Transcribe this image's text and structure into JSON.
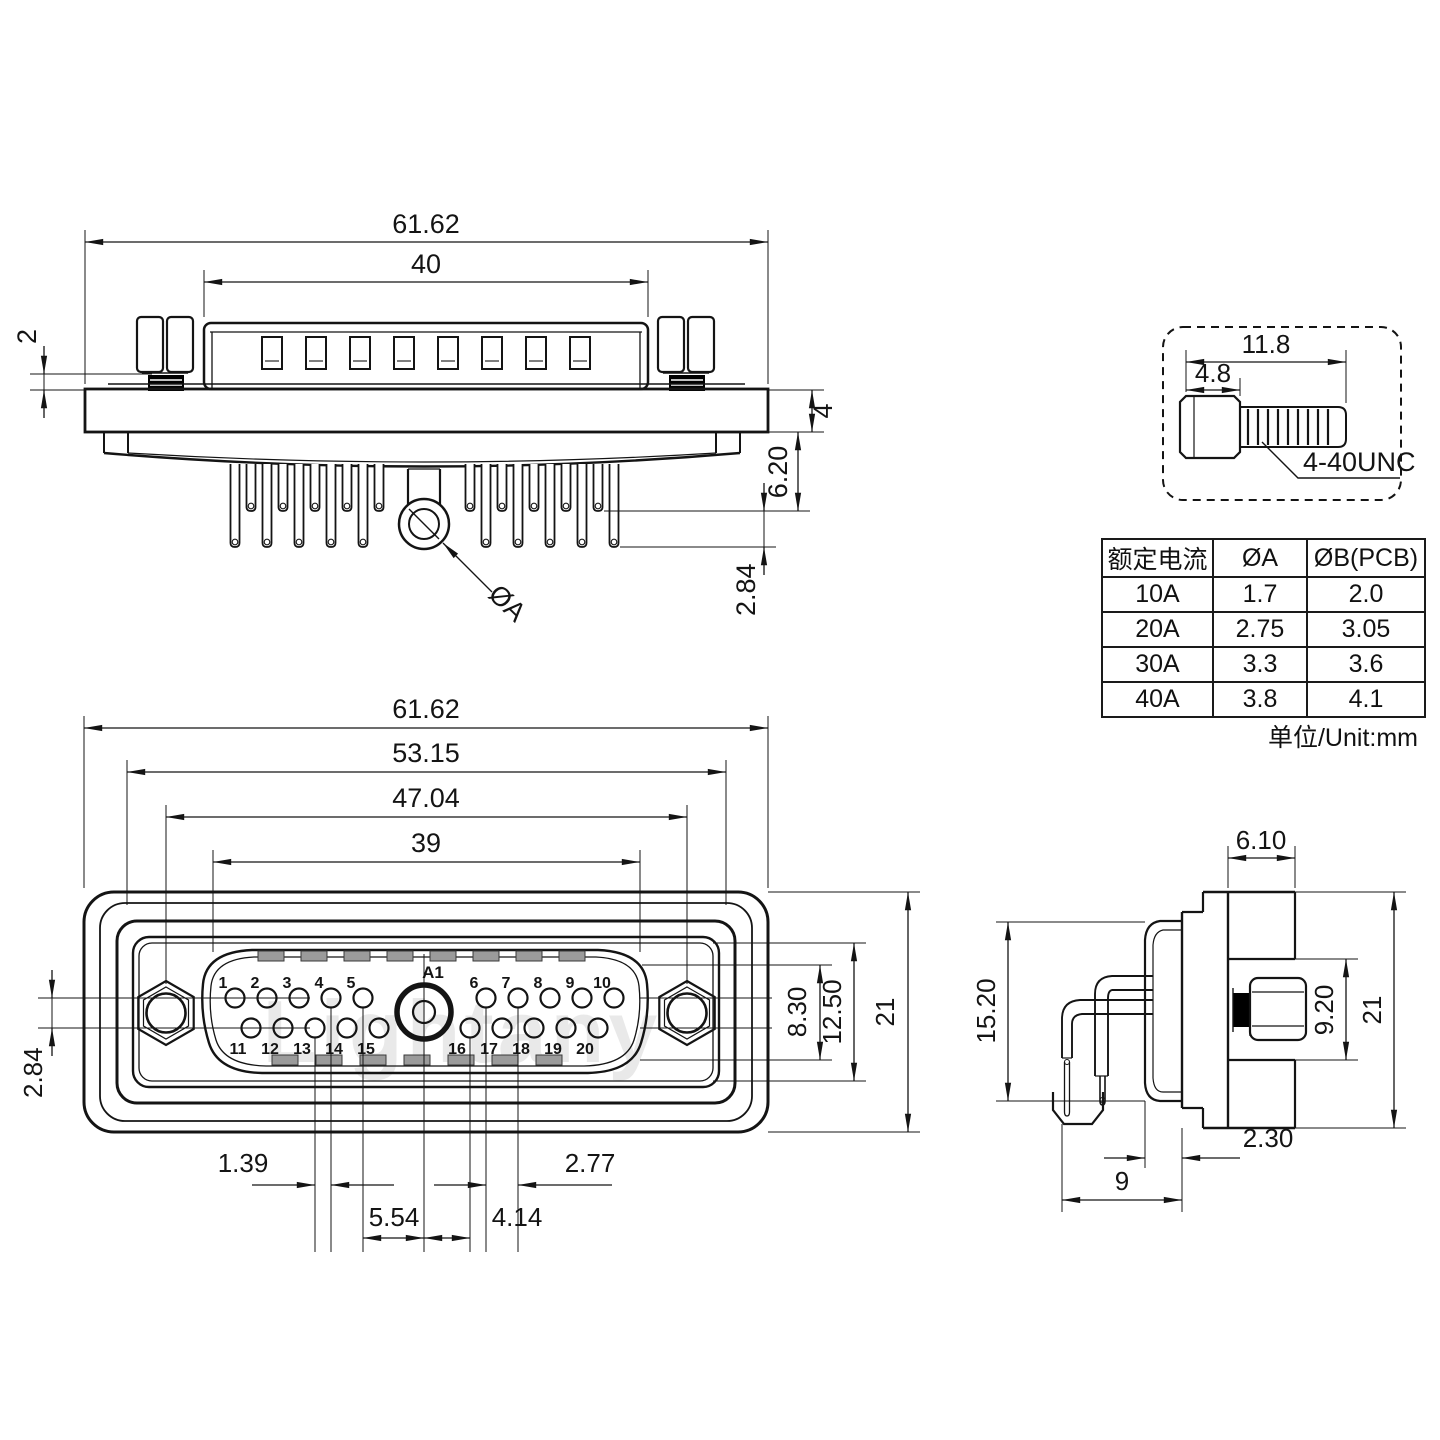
{
  "drawing": {
    "watermark": "Lightany",
    "unit_note": "单位/Unit:mm"
  },
  "top_view": {
    "dims": {
      "overall_width": "61.62",
      "insulator_width": "40",
      "screw_standoff": "2",
      "flange_thickness": "4",
      "shell_depth": "6.20",
      "pin_tip_offset": "2.84",
      "center_pin_diameter": "ØA"
    }
  },
  "screw_detail": {
    "dims": {
      "overall_length": "11.8",
      "head_length": "4.8"
    },
    "thread_spec": "4-40UNC"
  },
  "spec_table": {
    "headers": [
      "额定电流",
      "ØA",
      "ØB(PCB)"
    ],
    "rows": [
      [
        "10A",
        "1.7",
        "2.0"
      ],
      [
        "20A",
        "2.75",
        "3.05"
      ],
      [
        "30A",
        "3.3",
        "3.6"
      ],
      [
        "40A",
        "3.8",
        "4.1"
      ]
    ]
  },
  "front_view": {
    "dims": {
      "overall_width": "61.62",
      "shell_width": "53.15",
      "screw_spacing": "47.04",
      "insert_width": "39",
      "insert_inner_height": "8.30",
      "insert_height": "12.50",
      "overall_height": "21",
      "row_spacing": "2.84",
      "pin_stagger": "1.39",
      "pin_pitch": "2.77",
      "pin5_to_a1": "5.54",
      "a1_to_pin16": "4.14"
    },
    "pins": {
      "top_left": [
        "1",
        "2",
        "3",
        "4",
        "5"
      ],
      "top_right": [
        "6",
        "7",
        "8",
        "9",
        "10"
      ],
      "bottom_left": [
        "11",
        "12",
        "13",
        "14",
        "15"
      ],
      "bottom_right": [
        "16",
        "17",
        "18",
        "19",
        "20"
      ],
      "center": "A1"
    }
  },
  "side_view": {
    "dims": {
      "bracket_depth": "6.10",
      "insulator_height": "15.20",
      "screw_zone_height": "9.20",
      "overall_height": "21",
      "lip_thickness": "2.30",
      "pin_offset": "9"
    }
  }
}
